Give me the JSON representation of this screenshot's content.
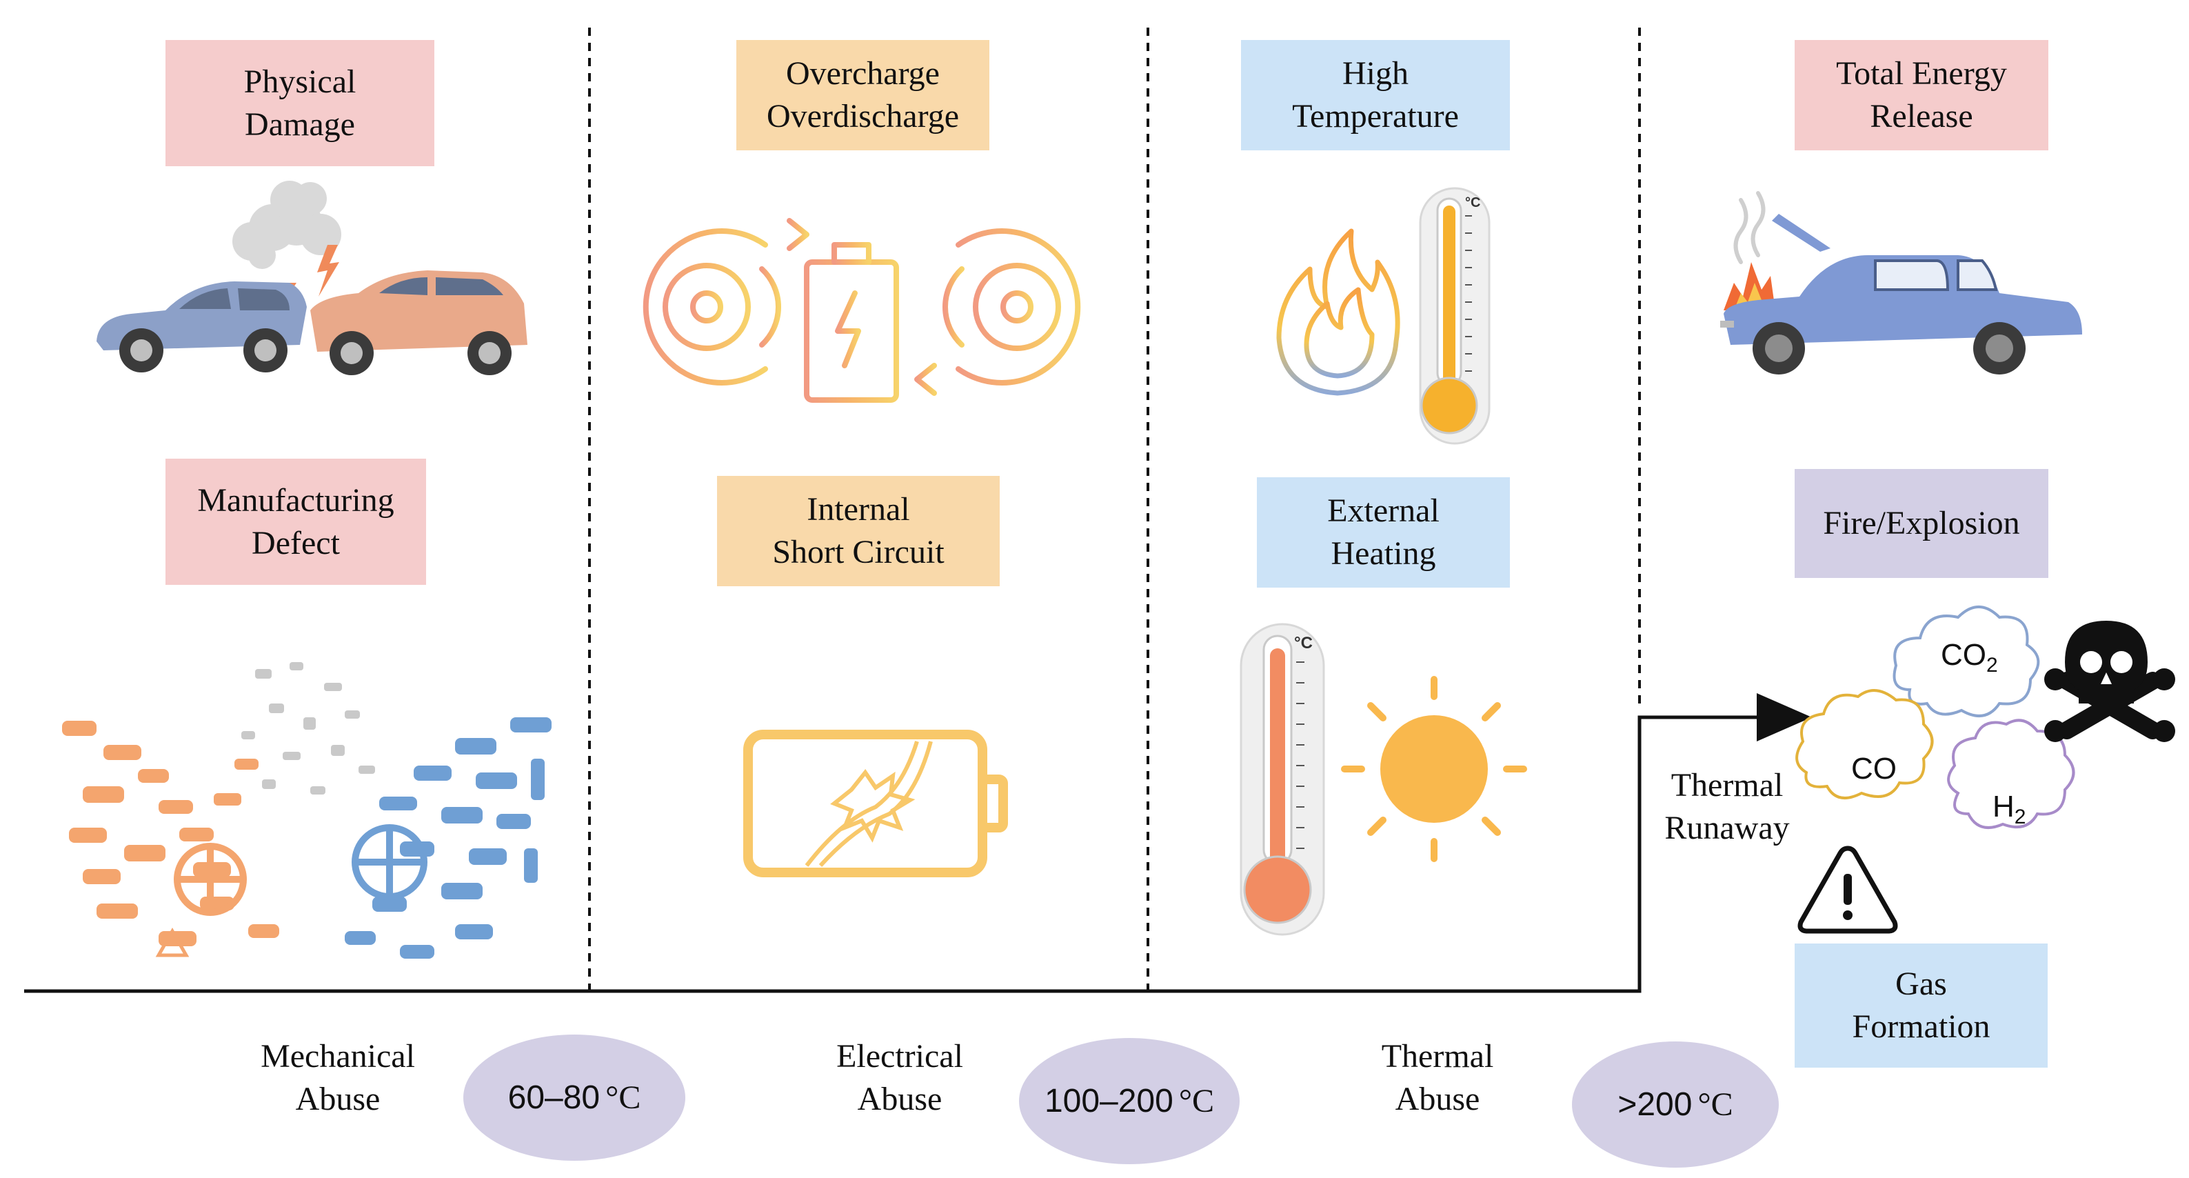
{
  "colors": {
    "pink": "#f5cccc",
    "orange": "#f9d9aa",
    "blue": "#cce3f7",
    "lavender": "#d3cfe5",
    "ellipse": "#d3cfe5",
    "line": "#111111"
  },
  "stages": {
    "mechanical": {
      "top_label": "Physical\nDamage",
      "mid_label": "Manufacturing\nDefect",
      "bottom_label": "Mechanical\nAbuse",
      "temp_value": "60–80",
      "temp_unit": "°C",
      "icons": [
        "car-crash-icon",
        "scattered-parts-icon"
      ]
    },
    "electrical": {
      "top_label": "Overcharge\nOverdischarge",
      "mid_label": "Internal\nShort Circuit",
      "bottom_label": "Electrical\nAbuse",
      "temp_value": "100–200",
      "temp_unit": "°C",
      "icons": [
        "charge-cycle-icon",
        "damaged-battery-icon"
      ]
    },
    "thermal": {
      "top_label": "High\nTemperature",
      "mid_label": "External\nHeating",
      "bottom_label": "Thermal\nAbuse",
      "temp_value": ">200",
      "temp_unit": "°C",
      "icons": [
        "flame-icon",
        "thermometer-icon",
        "sun-icon"
      ]
    },
    "runaway": {
      "top_label": "Total Energy\nRelease",
      "mid_label": "Fire/Explosion",
      "bottom_label": "Gas\nFormation",
      "side_label": "Thermal\nRunaway",
      "gases": [
        "CO",
        "CO",
        "H"
      ],
      "gas_subscripts": [
        "2",
        "",
        "2"
      ],
      "icons": [
        "burning-car-icon",
        "skull-crossbones-icon",
        "warning-icon"
      ]
    }
  }
}
